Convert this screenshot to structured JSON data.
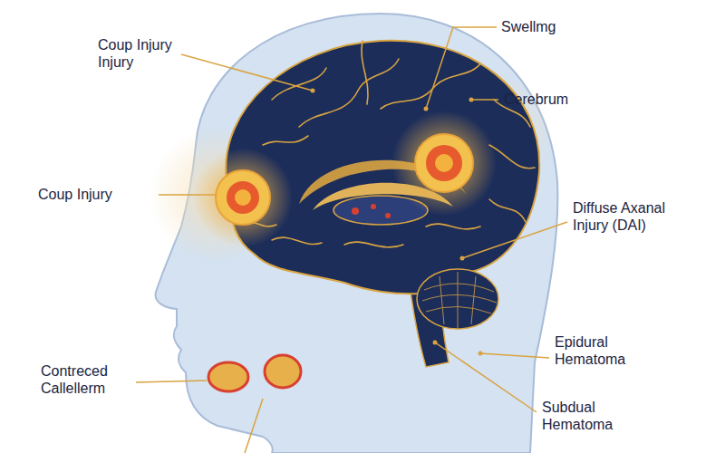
{
  "diagram": {
    "labels": [
      "Coup Injury Injury",
      "Swellmg",
      "Cerebrum",
      "Coup Injury",
      "Diffuse Axanal Injury (DAI)",
      "Contreced Callellerm",
      "Epidural Hematoma",
      "Subdual Hematoma"
    ]
  }
}
